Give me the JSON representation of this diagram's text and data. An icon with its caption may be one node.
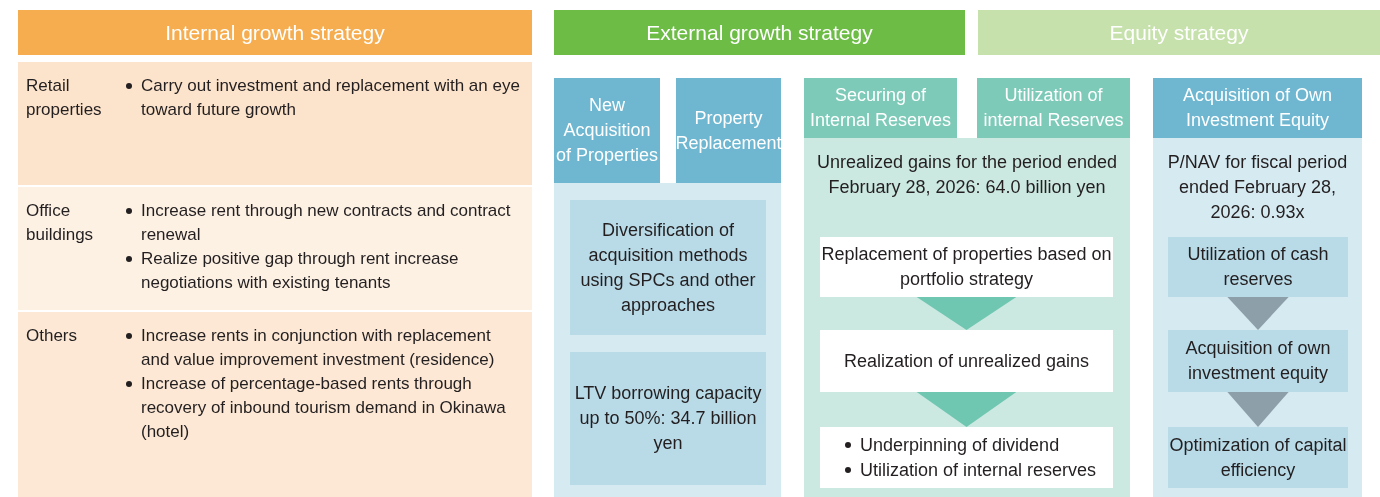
{
  "diagram": {
    "nodes": [
      {
        "text": [
          "Internal growth strategy"
        ]
      },
      {
        "text": [
          "Retail properties",
          "Carry out investment and replacement with an eye toward future growth"
        ]
      },
      {
        "text": [
          "Office buildings",
          "Increase rent through new contracts and contract renewal",
          "Realize positive gap through rent increase negotiations with existing tenants"
        ]
      },
      {
        "text": [
          "Others",
          "Increase rents in conjunction with replacement and value improvement investment (residence)",
          "Increase of percentage-based rents through recovery of inbound tourism demand in Okinawa (hotel)"
        ]
      },
      {
        "text": [
          "External growth strategy"
        ]
      },
      {
        "text": [
          "Equity strategy"
        ]
      },
      {
        "text": [
          "New Acquisition of Properties"
        ]
      },
      {
        "text": [
          "Property Replacement"
        ]
      },
      {
        "text": [
          "Diversification of acquisition methods using SPCs and other approaches"
        ]
      },
      {
        "text": [
          "LTV borrowing capacity up to 50%: 34.7 billion yen"
        ]
      },
      {
        "text": [
          "Securing of Internal Reserves"
        ]
      },
      {
        "text": [
          "Utilization of internal Reserves"
        ]
      },
      {
        "text": [
          "Unrealized gains for the period ended February 28, 2026: 64.0 billion yen"
        ]
      },
      {
        "text": [
          "Replacement of properties based on portfolio strategy"
        ],
        "in": 12
      },
      {
        "text": [
          "Realization of unrealized gains"
        ],
        "in": 12
      },
      {
        "text": [
          "Underpinning of dividend",
          "Utilization of internal reserves"
        ],
        "in": 12
      },
      {
        "text": [
          "Acquisition of Own Investment Equity"
        ]
      },
      {
        "text": [
          "P/NAV for fiscal period ended February 28, 2026: 0.93x"
        ]
      },
      {
        "text": [
          "Utilization of cash reserves"
        ],
        "in": 17
      },
      {
        "text": [
          "Acquisition of own investment equity"
        ],
        "in": 17
      },
      {
        "text": [
          "Optimization of capital efficiency"
        ],
        "in": 17
      }
    ],
    "edges": [
      {
        "from": 13,
        "to": 14,
        "arrow": "to"
      },
      {
        "from": 14,
        "to": 15,
        "arrow": "to"
      },
      {
        "from": 18,
        "to": 19,
        "arrow": "to"
      },
      {
        "from": 19,
        "to": 20,
        "arrow": "to"
      }
    ]
  }
}
